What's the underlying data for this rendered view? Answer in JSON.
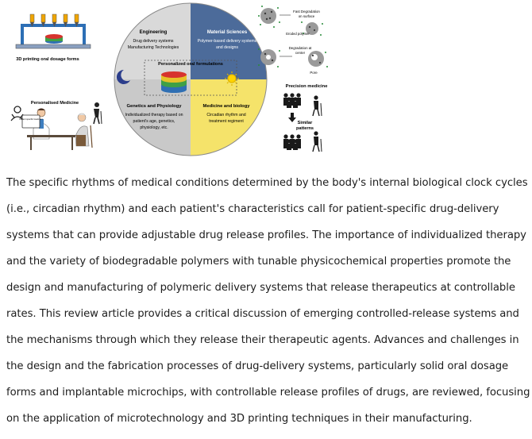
{
  "figure": {
    "center_title": "Personalized oral formulations",
    "quadrants": {
      "engineering": {
        "title": "Engineering",
        "lines": [
          "Drug delivery systems",
          "Manufacturing Technologies"
        ]
      },
      "material": {
        "title": "Material Sciences",
        "lines": [
          "Polymer-based delivery systems",
          "and designs"
        ]
      },
      "genetics": {
        "title": "Genetics and Physiology",
        "lines": [
          "Individualized therapy based on",
          "patient's age, genetics,",
          "physiology, etc."
        ]
      },
      "medicine": {
        "title": "Medicine and biology",
        "lines": [
          "Circadian rhythm and",
          "treatment regiment"
        ]
      }
    },
    "printing_label": "3D printing oral dosage forms",
    "personalised_label": "Personalised Medicine",
    "screen_text": "Patient specific treatment",
    "degradation": {
      "surface": [
        "Fast Degradation",
        "on surface"
      ],
      "eroded": "Eroded polymer",
      "center": [
        "Degradation at",
        "center"
      ],
      "pore": "Pore"
    },
    "precision_label": "Precision medicine",
    "similar_label": [
      "Similar",
      "patterns"
    ],
    "colors": {
      "blue": "#4c6b9a",
      "blue_light": "#6883b0",
      "yellow": "#f5e36a",
      "gray": "#d9d9d9",
      "gray_dark": "#bdbdbd"
    }
  },
  "abstract": {
    "lines": [
      "The specific rhythms of medical conditions determined by the body's internal biological clock cycles",
      "(i.e., circadian rhythm) and each patient's characteristics call for patient-specific drug-delivery",
      "systems that can provide adjustable drug release profiles. The importance of individualized therapy",
      "and the variety of biodegradable polymers with tunable physicochemical properties promote the",
      "design and manufacturing of polymeric delivery systems that release therapeutics at controllable",
      "rates. This review article provides a critical discussion of emerging controlled-release systems and",
      "the mechanisms through which they release their therapeutic agents. Advances and challenges in",
      "the design and the fabrication processes of drug-delivery systems, particularly solid oral dosage",
      "forms and implantable microchips, with controllable release profiles of drugs, are reviewed, focusing",
      "on the application of microtechnology and 3D printing techniques in their manufacturing."
    ]
  }
}
